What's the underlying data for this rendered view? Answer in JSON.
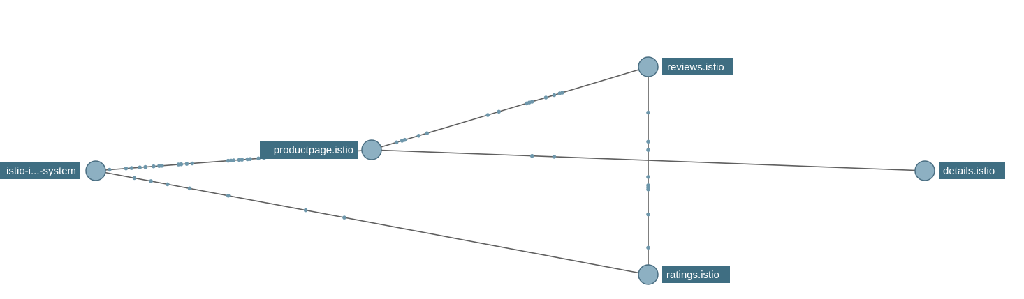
{
  "graph": {
    "nodes": [
      {
        "id": "ingress",
        "label": "istio-i...-system"
      },
      {
        "id": "productpage",
        "label": "productpage.istio"
      },
      {
        "id": "reviews",
        "label": "reviews.istio"
      },
      {
        "id": "ratings",
        "label": "ratings.istio"
      },
      {
        "id": "details",
        "label": "details.istio"
      }
    ],
    "edges": [
      {
        "from": "ingress",
        "to": "productpage"
      },
      {
        "from": "ingress",
        "to": "ratings"
      },
      {
        "from": "productpage",
        "to": "reviews"
      },
      {
        "from": "productpage",
        "to": "details"
      },
      {
        "from": "reviews",
        "to": "ratings"
      }
    ],
    "colors": {
      "node_fill": "#8db0c2",
      "node_stroke": "#4a6e82",
      "label_background": "#3f6e82",
      "label_text": "#ffffff",
      "edge": "#5f5f5f",
      "particle": "#6e97ab"
    }
  }
}
